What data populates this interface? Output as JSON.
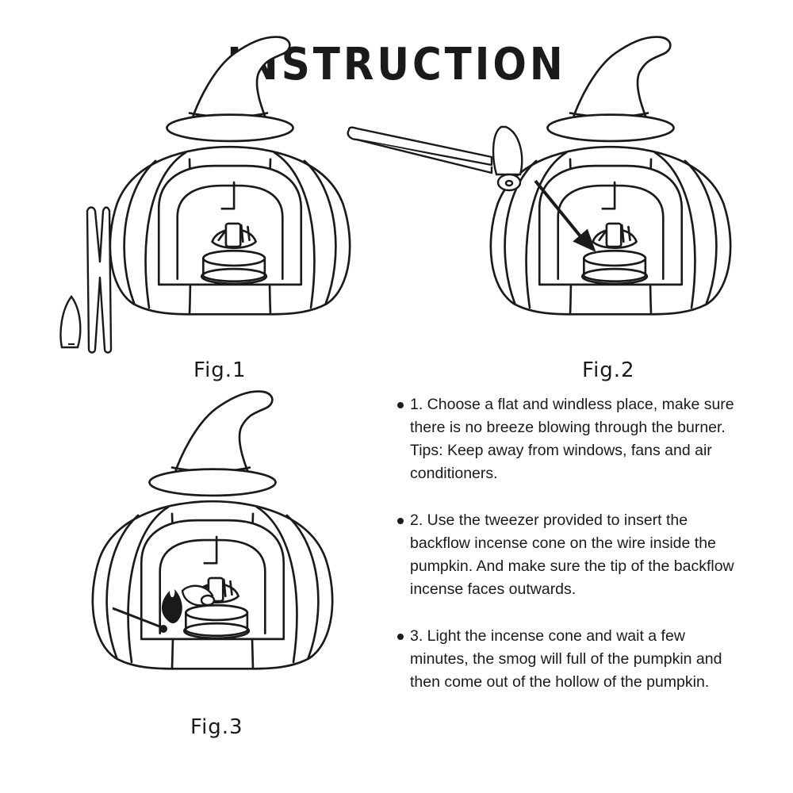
{
  "title": "INSTRUCTION",
  "figures": [
    {
      "label": "Fig.1"
    },
    {
      "label": "Fig.2"
    },
    {
      "label": "Fig.3"
    }
  ],
  "steps": [
    {
      "text": "1. Choose a flat and windless place, make sure there is no breeze blowing through the burner. Tips: Keep away from windows, fans and air conditioners."
    },
    {
      "text": "2. Use the tweezer provided to insert the backflow incense cone on the wire inside the pumpkin. And make sure the tip of the backflow incense faces outwards."
    },
    {
      "text": "3. Light the incense cone and wait a few minutes, the smog will full of the pumpkin and then come out of the hollow of the pumpkin."
    }
  ],
  "colors": {
    "ink": "#1a1a1a",
    "paper": "#ffffff"
  }
}
